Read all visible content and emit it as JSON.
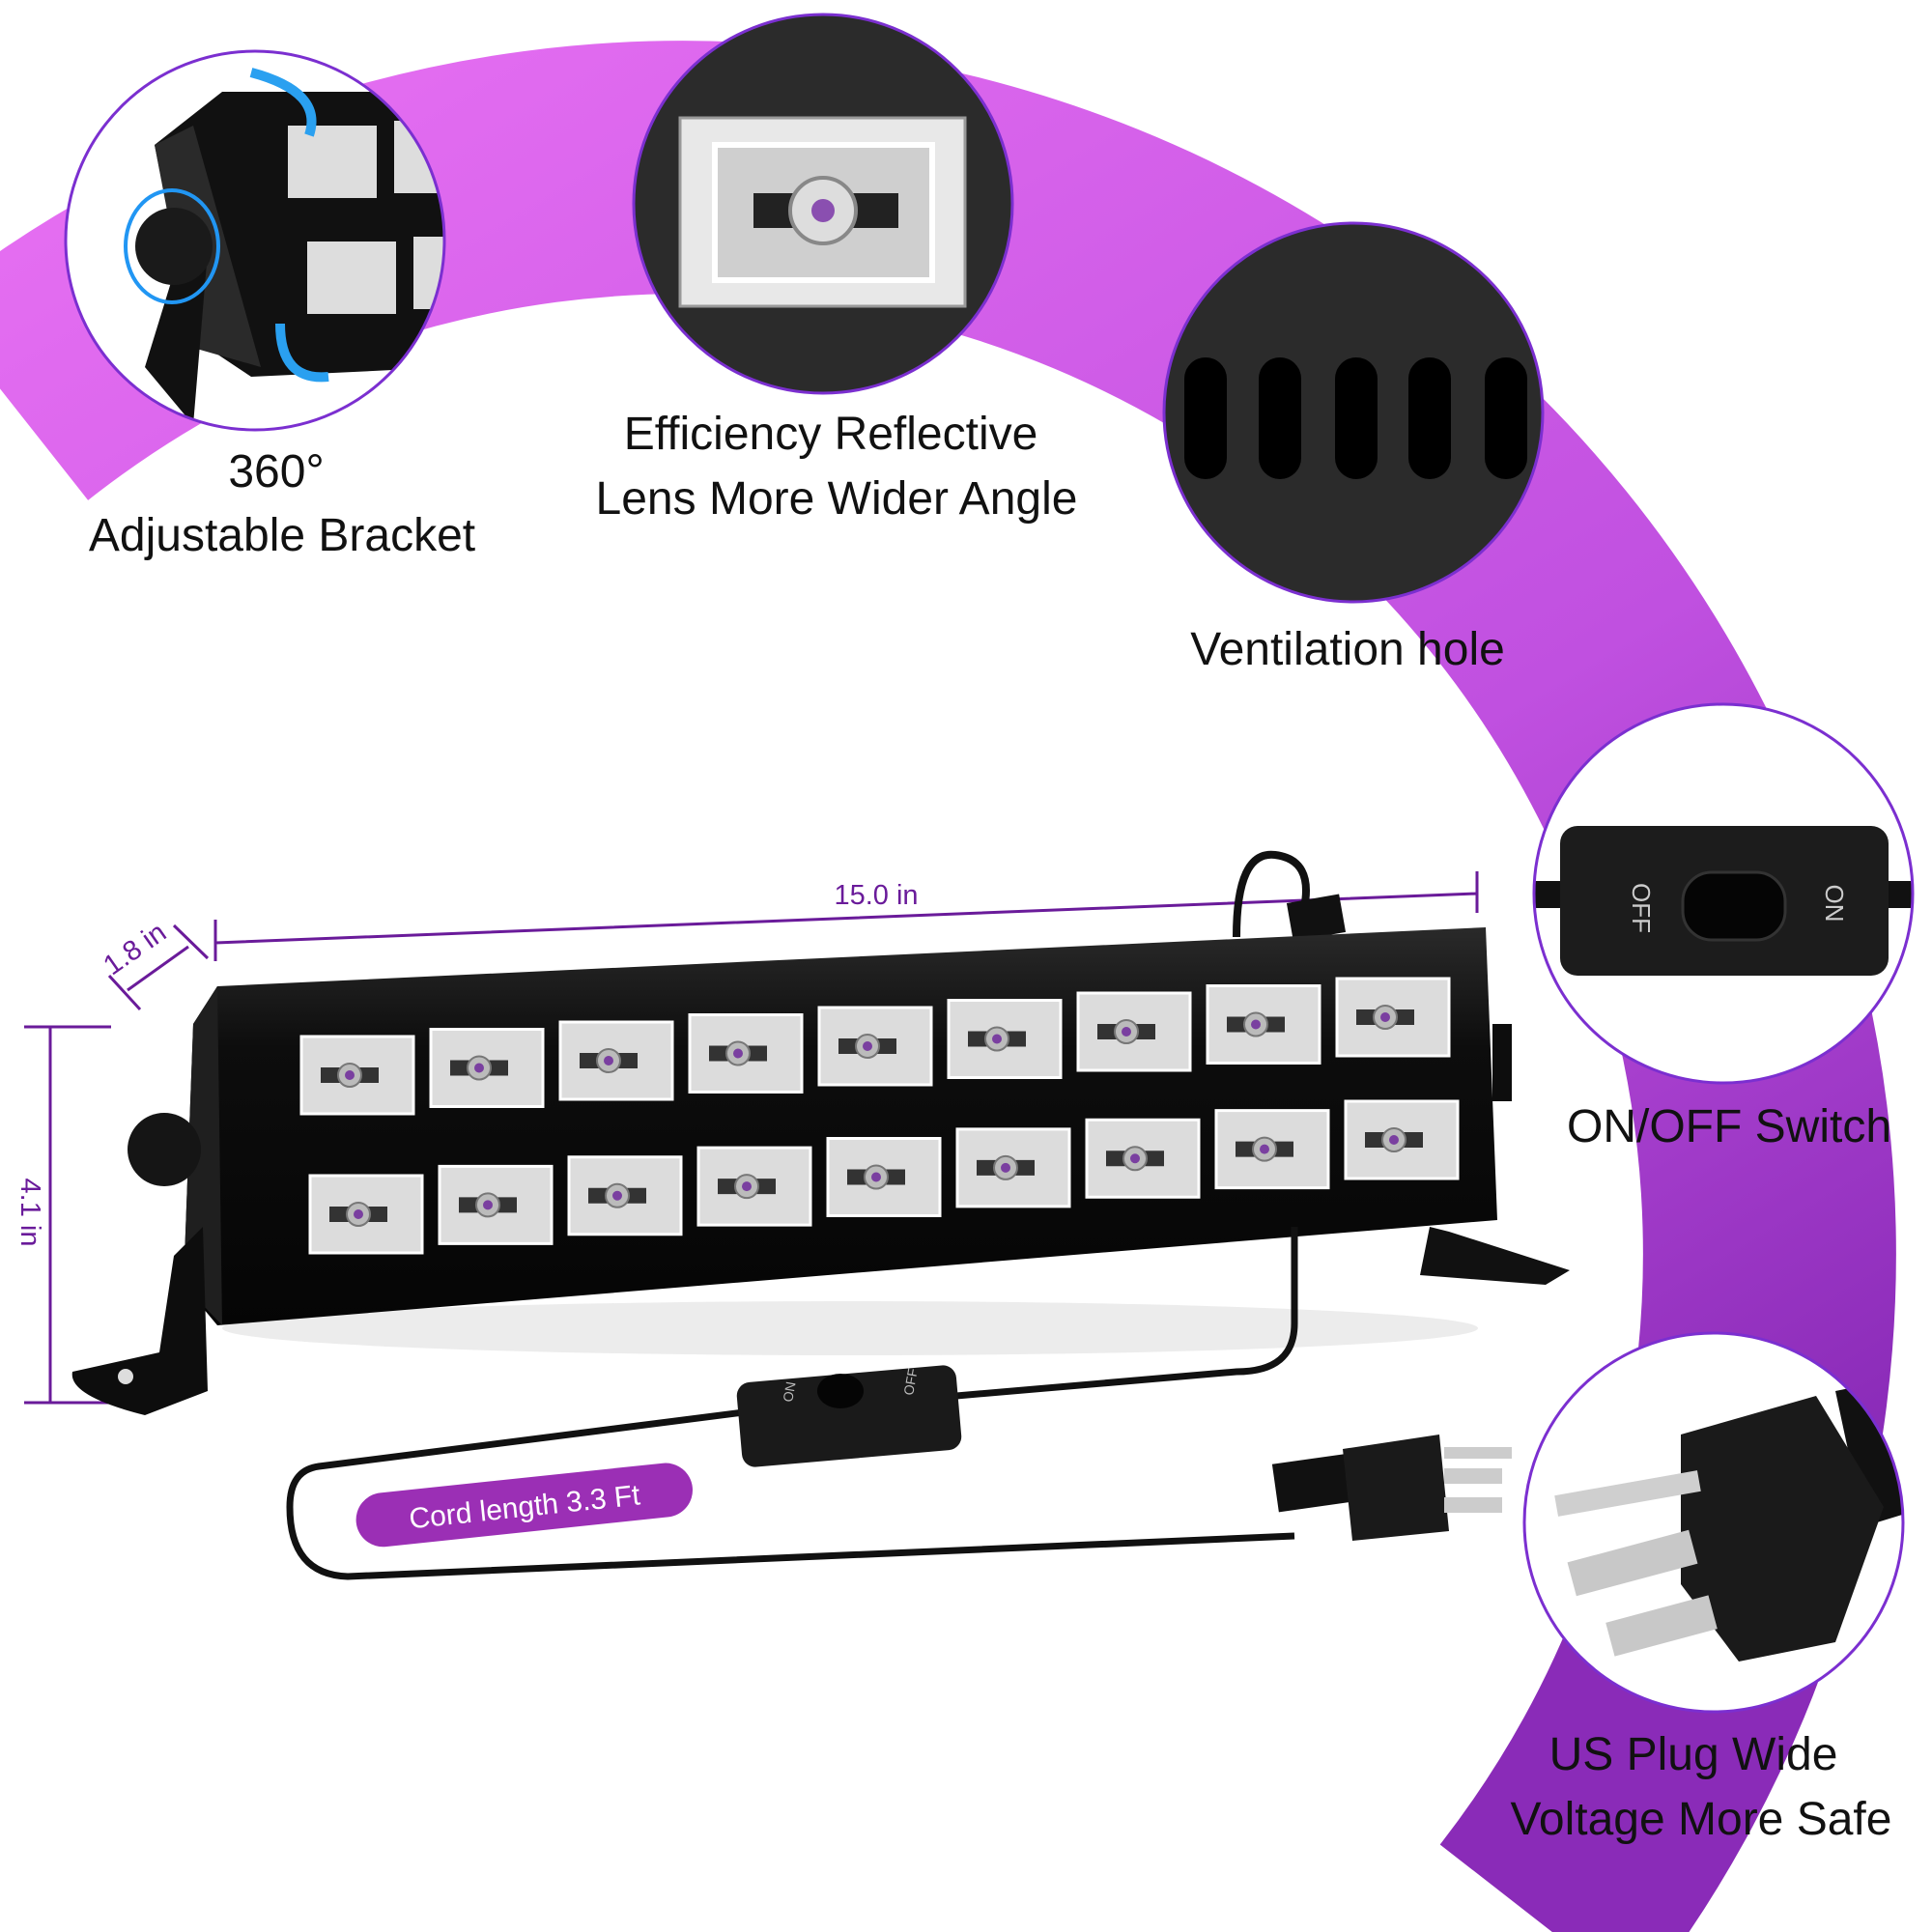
{
  "features": {
    "bracket": {
      "line1": "360°",
      "line2": "Adjustable Bracket"
    },
    "lens": {
      "line1": "Efficiency Reflective",
      "line2": "Lens More Wider Angle"
    },
    "ventilation": {
      "line1": "Ventilation hole"
    },
    "switch": {
      "line1": "ON/OFF Switch",
      "off_label": "OFF",
      "on_label": "ON"
    },
    "plug": {
      "line1": "US Plug Wide",
      "line2": "Voltage More Safe"
    }
  },
  "dimensions": {
    "length": "15.0 in",
    "depth": "1.8 in",
    "height": "4.1 in"
  },
  "cord": {
    "label": "Cord length 3.3 Ft",
    "switch_on": "ON",
    "switch_off": "OFF"
  },
  "product": {
    "led_rows": 2,
    "led_cols": 9
  },
  "colors": {
    "ring_top": "#e66ff2",
    "ring_bottom": "#8a2bb8",
    "accent": "#6a1b9a",
    "badge": "#9b2fb5"
  }
}
